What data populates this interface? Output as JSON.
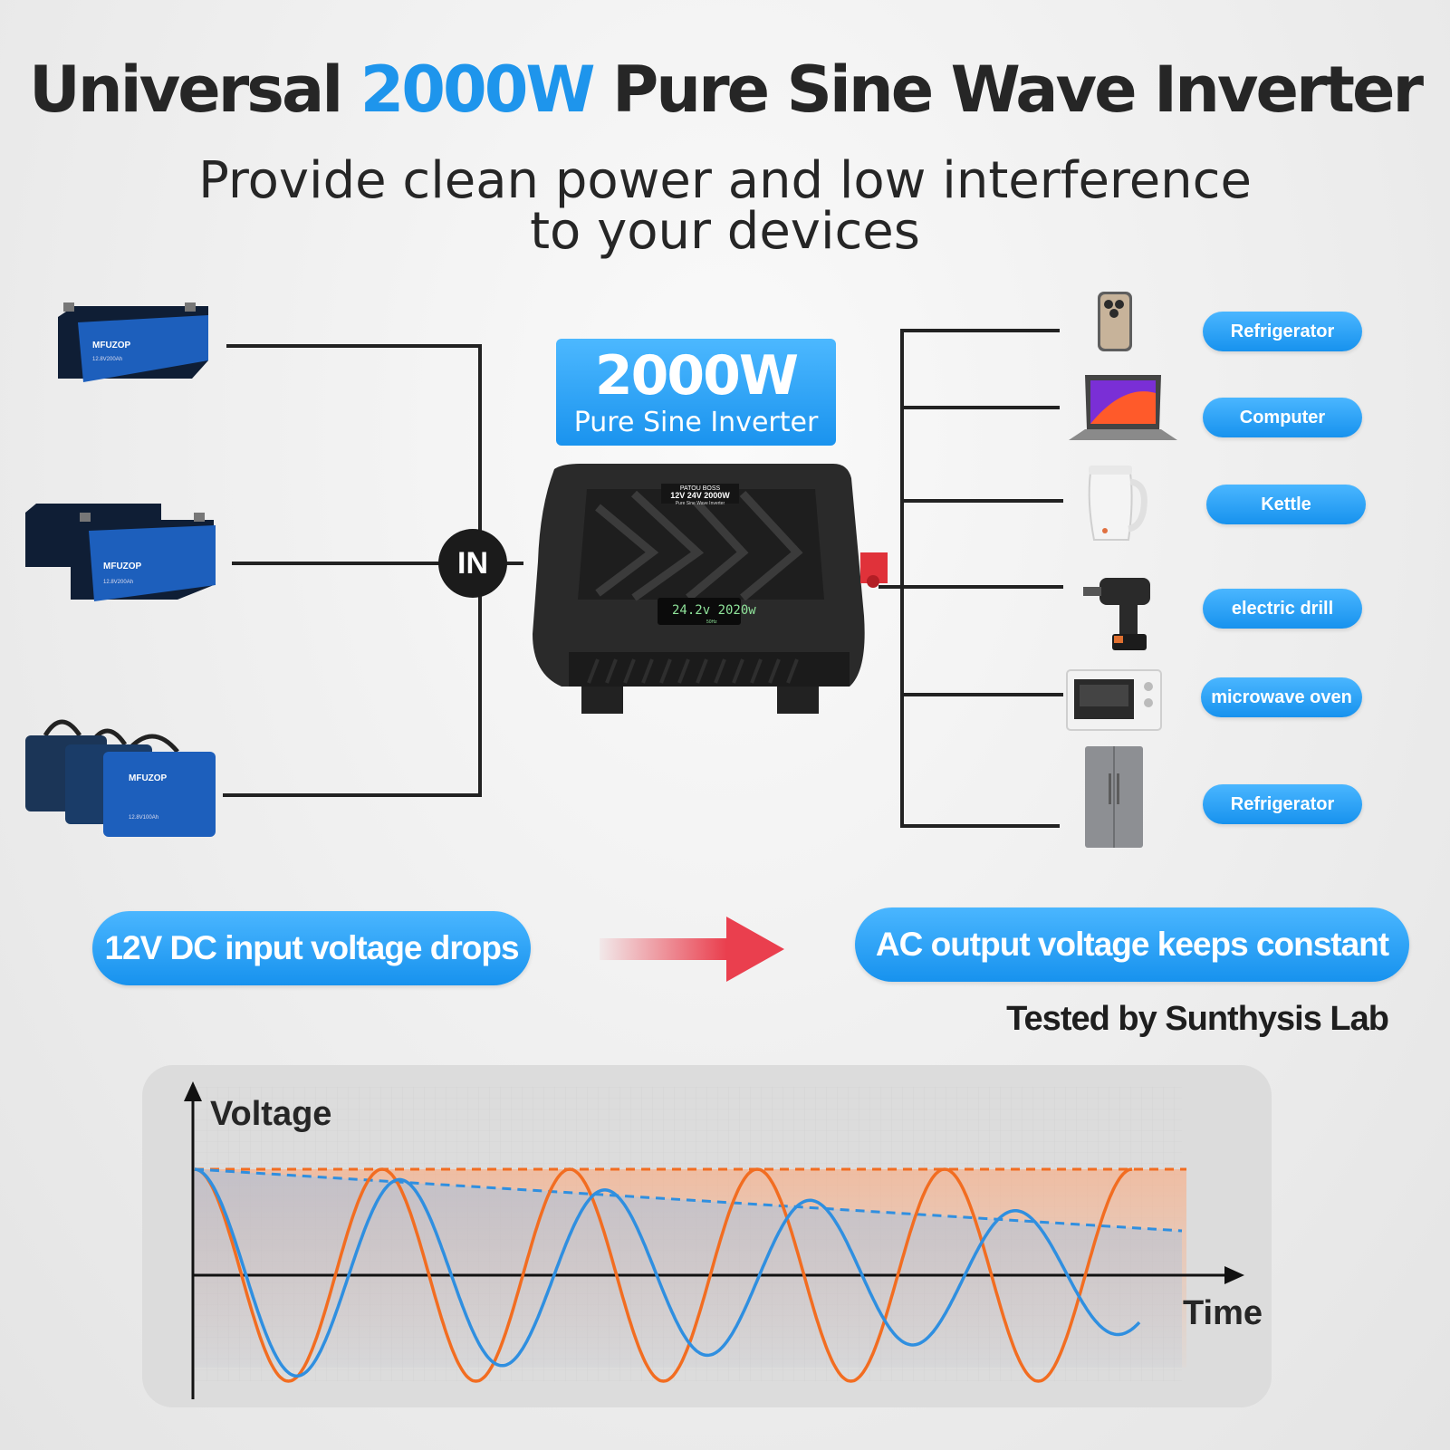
{
  "header": {
    "title_pre": "Universal",
    "title_accent": "2000W",
    "title_post": "Pure Sine Wave Inverter",
    "subtitle_line1": "Provide clean power and low interference",
    "subtitle_line2": "to your devices"
  },
  "badge": {
    "watt": "2000W",
    "type": "Pure Sine Inverter"
  },
  "input_node": "IN",
  "batteries": [
    {
      "brand": "MFUZOP",
      "rating": "12.8V200Ah"
    },
    {
      "brand": "MFUZOP",
      "rating": "12.8V200Ah"
    },
    {
      "brand": "MFUZOP",
      "rating": "12.8V100Ah"
    }
  ],
  "inverter": {
    "brand": "PATOU BOSS",
    "model": "12V 24V 2000W",
    "desc": "Pure Sine Wave Inverter",
    "display": "24.2v 2020w",
    "freq": "50Hz"
  },
  "devices": [
    {
      "icon": "smartphone-icon",
      "label": "Refrigerator"
    },
    {
      "icon": "laptop-icon",
      "label": "Computer"
    },
    {
      "icon": "kettle-icon",
      "label": "Kettle"
    },
    {
      "icon": "drill-icon",
      "label": "electric drill"
    },
    {
      "icon": "microwave-icon",
      "label": "microwave oven"
    },
    {
      "icon": "fridge-icon",
      "label": "Refrigerator"
    }
  ],
  "comparison": {
    "input_label": "12V DC input voltage drops",
    "output_label": "AC output voltage keeps constant",
    "tested_by": "Tested by Sunthysis Lab"
  },
  "chart_data": {
    "type": "line",
    "ylabel": "Voltage",
    "xlabel": "Time",
    "series": [
      {
        "color": "#f26d21",
        "amplitude_start": 1.0,
        "amplitude_end": 1.0,
        "cycles": 5
      },
      {
        "color": "#2f8fe0",
        "amplitude_start": 1.0,
        "amplitude_end": 0.55,
        "cycles": 4.6
      }
    ],
    "envelope_orange_dashed": 1.0,
    "envelope_blue_dashed": [
      1.0,
      0.55
    ]
  },
  "colors": {
    "accent": "#1e95ec",
    "orange": "#f26d21",
    "blue": "#2f8fe0",
    "arrow": "#ea3f4e"
  }
}
